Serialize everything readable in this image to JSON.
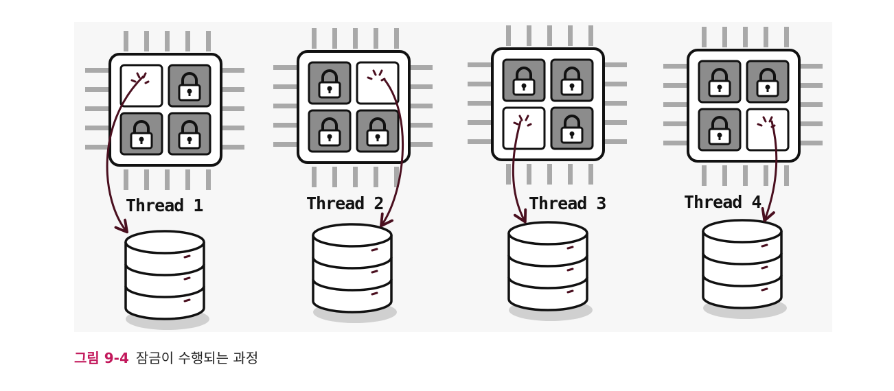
{
  "threads": [
    {
      "label": "Thread 1",
      "free_slot": 0
    },
    {
      "label": "Thread 2",
      "free_slot": 1
    },
    {
      "label": "Thread 3",
      "free_slot": 2
    },
    {
      "label": "Thread 4",
      "free_slot": 3
    }
  ],
  "caption": {
    "number": "그림 9-4",
    "text": "잠금이 수행되는 과정"
  },
  "colors": {
    "panel": "#f7f7f7",
    "pins": "#a9a9a9",
    "lock_tile": "#8c8c8c",
    "arrow": "#4a0f1f",
    "caption_accent": "#c2185b"
  },
  "icons": [
    "cpu-chip-icon",
    "lock-icon",
    "database-icon",
    "arrow-icon"
  ]
}
